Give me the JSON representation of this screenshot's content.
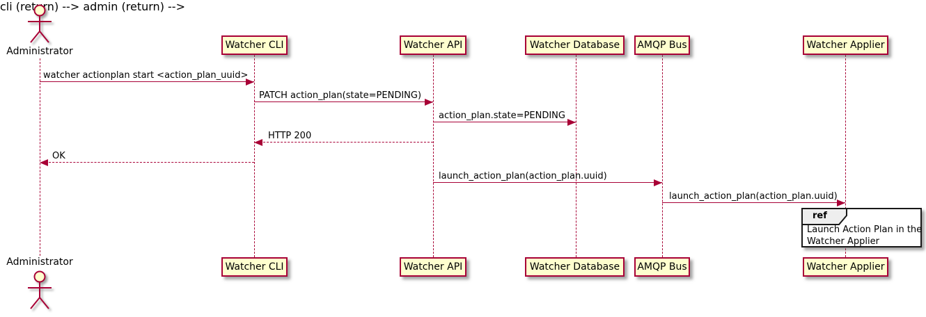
{
  "colors": {
    "accent": "#A80036",
    "participant_fill": "#FEFECE",
    "ref_tab_fill": "#EEEEEE",
    "ref_border": "#181818",
    "text": "#000000"
  },
  "actor": {
    "name": "Administrator"
  },
  "participants": [
    {
      "name": "Watcher CLI"
    },
    {
      "name": "Watcher API"
    },
    {
      "name": "Watcher Database"
    },
    {
      "name": "AMQP Bus"
    },
    {
      "name": "Watcher Applier"
    }
  ],
  "messages": [
    {
      "from": "Administrator",
      "to": "Watcher CLI",
      "style": "solid",
      "label": "watcher actionplan start <action_plan_uuid>"
    },
    {
      "from": "Watcher CLI",
      "to": "Watcher API",
      "style": "solid",
      "label": "PATCH action_plan(state=PENDING)"
    },
    {
      "from": "Watcher API",
      "to": "Watcher Database",
      "style": "solid",
      "label": "action_plan.state=PENDING"
    },
    {
      "from": "Watcher API",
      "to": "Watcher CLI",
      "style": "dashed",
      "label": "HTTP 200"
    },
    {
      "from": "Watcher CLI",
      "to": "Administrator",
      "style": "dashed",
      "label": "OK"
    },
    {
      "from": "Watcher API",
      "to": "AMQP Bus",
      "style": "solid",
      "label": "launch_action_plan(action_plan.uuid)"
    },
    {
      "from": "AMQP Bus",
      "to": "Watcher Applier",
      "style": "solid",
      "label": "launch_action_plan(action_plan.uuid)"
    }
  ],
  "ref": {
    "keyword": "ref",
    "line1": "Launch Action Plan in the",
    "line2": "Watcher Applier"
  }
}
